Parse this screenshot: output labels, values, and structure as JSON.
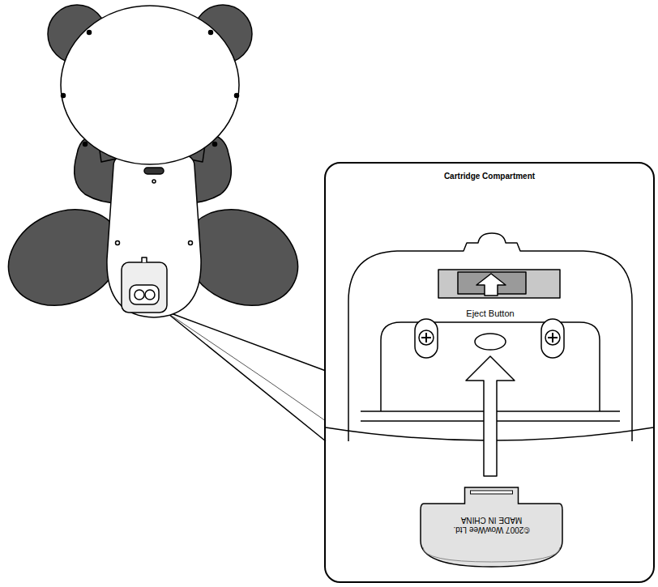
{
  "diagram": {
    "nodes": [
      {
        "text": [
          "Cartridge Compartment"
        ]
      },
      {
        "text": [
          "©2007 WowWee Ltd.",
          "MADE IN CHINA"
        ],
        "in": 0
      }
    ],
    "labels": [
      "Eject Button"
    ]
  }
}
